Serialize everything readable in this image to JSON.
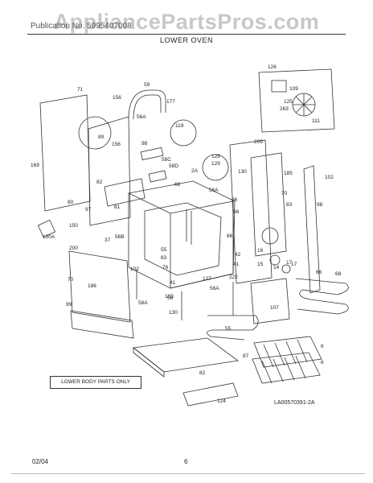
{
  "header": {
    "watermark": "AppliancePartsPros.com",
    "model_line": "Publication No. 5995407008",
    "section_title": "LOWER OVEN"
  },
  "footer": {
    "date": "02/04",
    "page_number": "6",
    "figure_code": "LA00570391-2A"
  },
  "note_box": "LOWER BODY PARTS ONLY",
  "part_labels": [
    "71",
    "59",
    "177",
    "156",
    "56A",
    "119",
    "89",
    "156",
    "98",
    "58C",
    "58D",
    "2A",
    "128",
    "129",
    "209",
    "130",
    "185",
    "102",
    "169",
    "82",
    "56A",
    "68",
    "70",
    "56",
    "96",
    "83",
    "98",
    "80",
    "81",
    "56B",
    "97",
    "150",
    "150A",
    "37",
    "200",
    "55",
    "86",
    "42",
    "41",
    "83",
    "102",
    "70",
    "186",
    "99",
    "76",
    "127",
    "56",
    "41",
    "56A",
    "130",
    "103",
    "58A",
    "222",
    "16",
    "17",
    "66",
    "68",
    "15",
    "14",
    "17",
    "107",
    "55",
    "87",
    "6",
    "6",
    "82",
    "124",
    "126",
    "109",
    "125",
    "263",
    "111"
  ]
}
